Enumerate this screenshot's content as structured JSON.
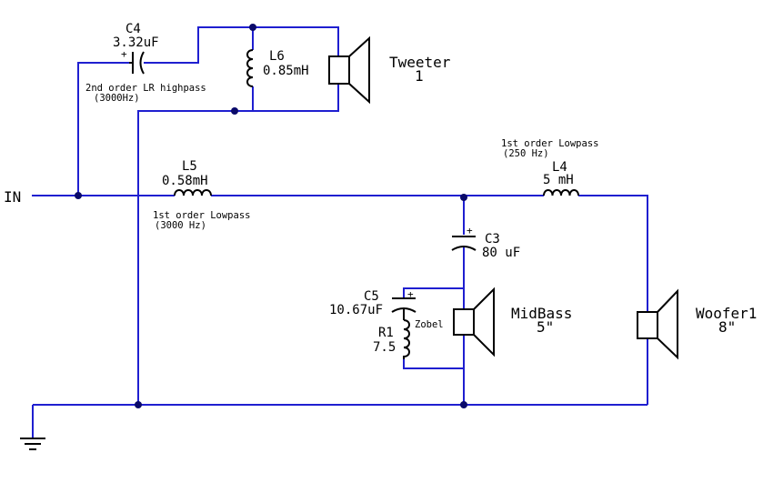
{
  "input": {
    "label": "IN"
  },
  "notes": {
    "highpass_line1": "2nd order LR highpass",
    "highpass_line2": "(3000Hz)",
    "lowpass_l5_line1": "1st order Lowpass",
    "lowpass_l5_line2": "(3000 Hz)",
    "lowpass_l4_line1": "1st order Lowpass",
    "lowpass_l4_line2": "(250 Hz)",
    "zobel": "Zobel"
  },
  "components": {
    "c4": {
      "name": "C4",
      "value": "3.32uF",
      "polarity": "+"
    },
    "l6": {
      "name": "L6",
      "value": "0.85mH"
    },
    "l5": {
      "name": "L5",
      "value": "0.58mH"
    },
    "l4": {
      "name": "L4",
      "value": "5 mH"
    },
    "c3": {
      "name": "C3",
      "value": "80 uF",
      "polarity": "+"
    },
    "c5": {
      "name": "C5",
      "value": "10.67uF",
      "polarity": "+"
    },
    "r1": {
      "name": "R1",
      "value": "7.5"
    }
  },
  "speakers": {
    "tweeter": {
      "name": "Tweeter",
      "size": "1"
    },
    "midbass": {
      "name": "MidBass",
      "size": "5\""
    },
    "woofer": {
      "name": "Woofer1",
      "size": "8\""
    }
  },
  "colors": {
    "wire": "#1f1fd0",
    "component": "#000000",
    "junction": "#0a0a6a"
  }
}
